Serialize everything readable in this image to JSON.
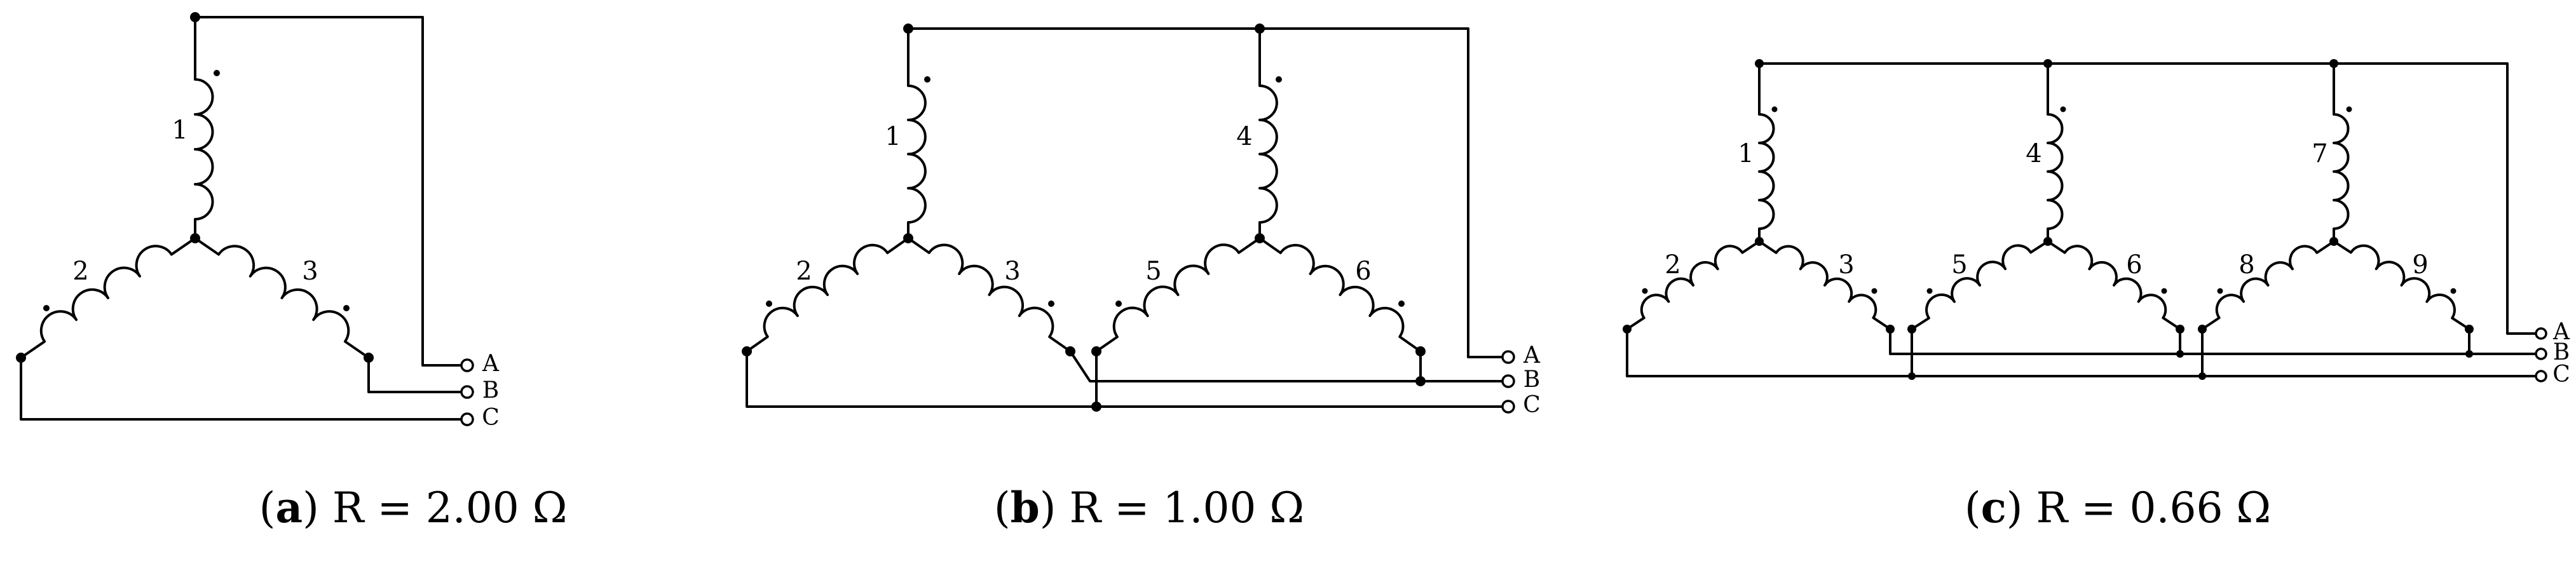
{
  "figure": {
    "panels": [
      {
        "id": "a",
        "caption_letter": "a",
        "caption_text": "R = 2.00 Ω",
        "coils": [
          "1",
          "2",
          "3"
        ],
        "terminals": [
          "A",
          "B",
          "C"
        ]
      },
      {
        "id": "b",
        "caption_letter": "b",
        "caption_text": "R = 1.00 Ω",
        "coils": [
          "1",
          "2",
          "3",
          "4",
          "5",
          "6"
        ],
        "terminals": [
          "A",
          "B",
          "C"
        ]
      },
      {
        "id": "c",
        "caption_letter": "c",
        "caption_text": "R = 0.66 Ω",
        "coils": [
          "1",
          "2",
          "3",
          "4",
          "5",
          "6",
          "7",
          "8",
          "9"
        ],
        "terminals": [
          "A",
          "B",
          "C"
        ]
      }
    ]
  }
}
